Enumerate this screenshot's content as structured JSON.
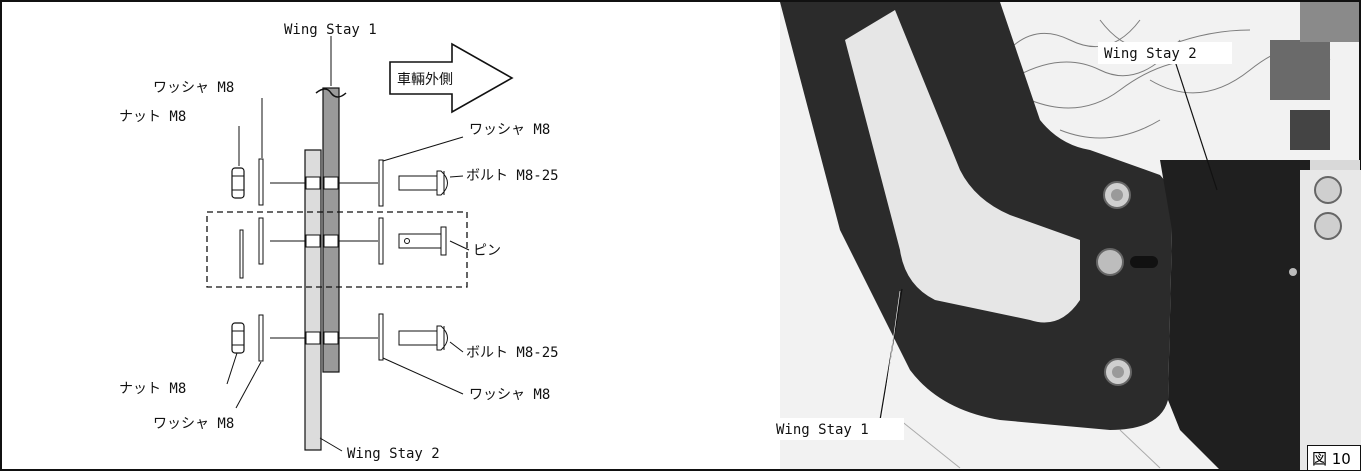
{
  "diagram": {
    "wing_stay_1": "Wing Stay 1",
    "wing_stay_2": "Wing Stay 2",
    "direction_label": "車輛外側",
    "washer_m8": "ワッシャ M8",
    "nut_m8": "ナット M8",
    "bolt_m8_25": "ボルト M8-25",
    "pin": "ピン"
  },
  "photo": {
    "wing_stay_1": "Wing Stay 1",
    "wing_stay_2": "Wing Stay 2"
  },
  "figure_tag": "図 10"
}
